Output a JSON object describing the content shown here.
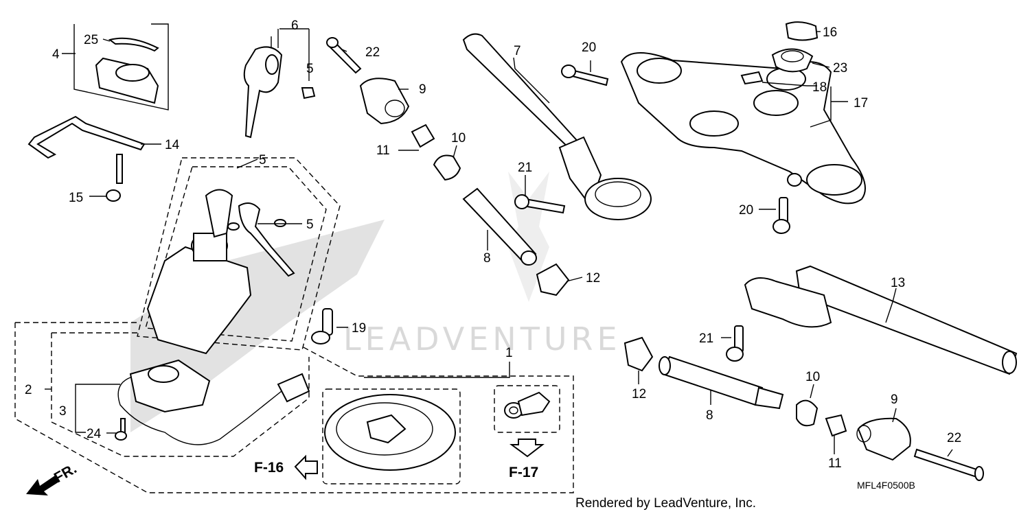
{
  "callouts": {
    "c1": "1",
    "c2": "2",
    "c3": "3",
    "c4": "4",
    "c5a": "5",
    "c5b": "5",
    "c5c": "5",
    "c6": "6",
    "c7": "7",
    "c8a": "8",
    "c8b": "8",
    "c9a": "9",
    "c9b": "9",
    "c10a": "10",
    "c10b": "10",
    "c11a": "11",
    "c11b": "11",
    "c12a": "12",
    "c12b": "12",
    "c13": "13",
    "c14": "14",
    "c15": "15",
    "c16": "16",
    "c17": "17",
    "c18": "18",
    "c19": "19",
    "c20a": "20",
    "c20b": "20",
    "c21a": "21",
    "c21b": "21",
    "c22a": "22",
    "c22b": "22",
    "c23": "23",
    "c24": "24",
    "c25": "25"
  },
  "references": {
    "f16": "F-16",
    "f17": "F-17",
    "front": "FR."
  },
  "diagram_code": "MFL4F0500B",
  "credit": "Rendered by LeadVenture, Inc.",
  "watermark": "LEADVENTURE"
}
